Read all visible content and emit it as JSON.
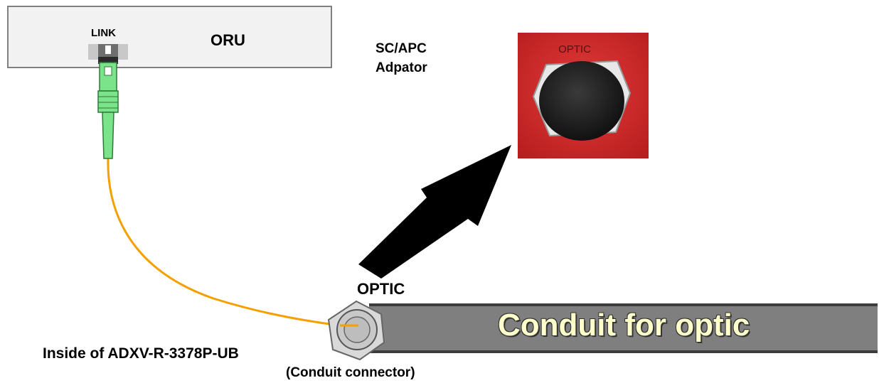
{
  "diagram": {
    "oru": {
      "title": "ORU",
      "port_label": "LINK"
    },
    "adapter": {
      "label_line1": "SC/APC",
      "label_line2": "Adpator",
      "photo_text": "OPTIC"
    },
    "optic_label": "OPTIC",
    "conduit": {
      "text": "Conduit for optic"
    },
    "inside_label": "Inside of ADXV-R-3378P-UB",
    "connector_label": "(Conduit connector)",
    "colors": {
      "fiber": "#f5a000",
      "connector_green": "#7be38a",
      "adapter_red": "#d42a2a",
      "conduit_text": "#ffffcc",
      "conduit_gray": "#7f7f7f"
    }
  }
}
